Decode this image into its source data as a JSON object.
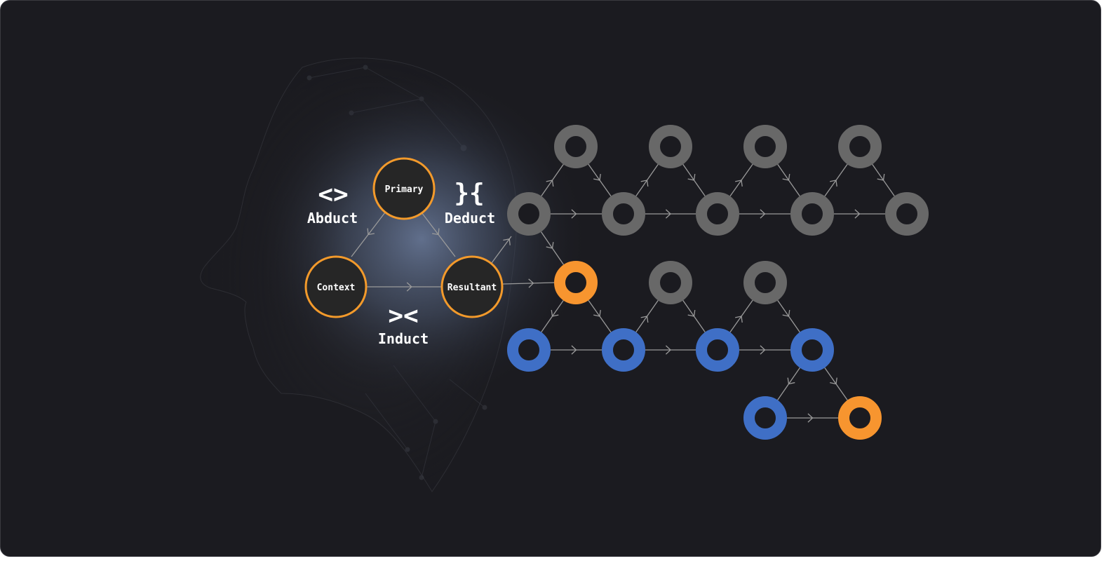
{
  "colors": {
    "background": "#1b1b20",
    "triad_fill": "#262626",
    "triad_ring": "#f39a2b",
    "ring_gray": "#686868",
    "ring_blue": "#3f6fc6",
    "ring_orange": "#f7952f",
    "edge": "#9a9a9a"
  },
  "triad": {
    "primary": "Primary",
    "context": "Context",
    "resultant": "Resultant"
  },
  "operations": {
    "abduct": {
      "symbol": "<>",
      "label": "Abduct",
      "icon": "angle-brackets-icon"
    },
    "deduct": {
      "symbol": "}{",
      "label": "Deduct",
      "icon": "curly-braces-icon"
    },
    "induct": {
      "symbol": "><",
      "label": "Induct",
      "icon": "reversed-angle-brackets-icon"
    }
  },
  "background_image": "human-head-network-silhouette"
}
